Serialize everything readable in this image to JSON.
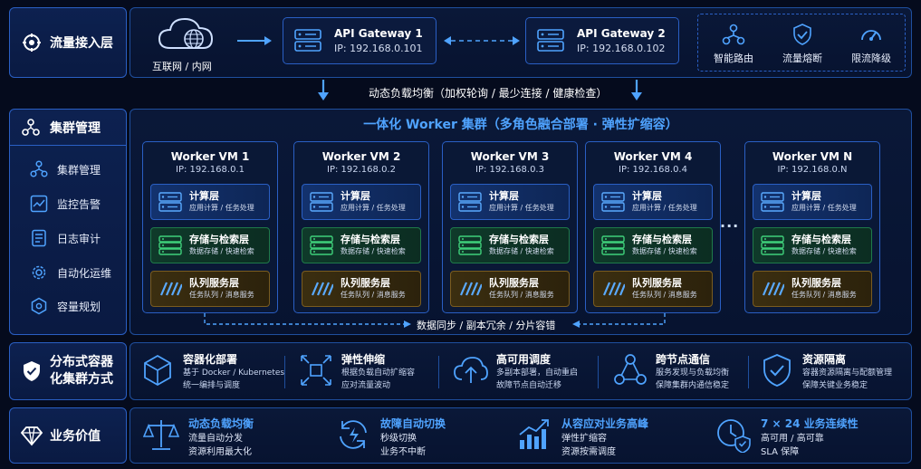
{
  "layer1": {
    "title": "流量接入层",
    "internet_label": "互联网 / 内网",
    "gateway1": {
      "name": "API Gateway 1",
      "ip": "IP: 192.168.0.101"
    },
    "gateway2": {
      "name": "API Gateway 2",
      "ip": "IP: 192.168.0.102"
    },
    "controls": [
      {
        "label": "智能路由",
        "icon": "routing-icon"
      },
      {
        "label": "流量熔断",
        "icon": "shield-check-icon"
      },
      {
        "label": "限流降级",
        "icon": "gauge-icon"
      }
    ],
    "lb_label": "动态负载均衡（加权轮询 / 最少连接 / 健康检查）"
  },
  "cluster_mgmt": {
    "title": "集群管理",
    "items": [
      {
        "label": "集群管理",
        "icon": "cluster-icon"
      },
      {
        "label": "监控告警",
        "icon": "monitor-icon"
      },
      {
        "label": "日志审计",
        "icon": "log-icon"
      },
      {
        "label": "自动化运维",
        "icon": "gear-icon"
      },
      {
        "label": "容量规划",
        "icon": "capacity-icon"
      }
    ]
  },
  "cluster": {
    "title": "一体化 Worker 集群（多角色融合部署 · 弹性扩缩容）",
    "workers": [
      {
        "name": "Worker VM 1",
        "ip": "IP: 192.168.0.1"
      },
      {
        "name": "Worker VM 2",
        "ip": "IP: 192.168.0.2"
      },
      {
        "name": "Worker VM 3",
        "ip": "IP: 192.168.0.3"
      },
      {
        "name": "Worker VM 4",
        "ip": "IP: 192.168.0.4"
      },
      {
        "name": "Worker VM N",
        "ip": "IP: 192.168.0.N"
      }
    ],
    "layers": {
      "compute": {
        "title": "计算层",
        "sub": "应用计算 / 任务处理"
      },
      "storage": {
        "title": "存储与检索层",
        "sub": "数据存储 / 快速检索"
      },
      "queue": {
        "title": "队列服务层",
        "sub": "任务队列 / 消息服务"
      }
    },
    "ellipsis": "···",
    "sync_label": "数据同步 / 副本冗余 / 分片容错"
  },
  "deploy": {
    "title_line1": "分布式容器",
    "title_line2": "化集群方式",
    "features": [
      {
        "title": "容器化部署",
        "line1": "基于 Docker / Kubernetes",
        "line2": "统一编排与调度",
        "icon": "container-icon"
      },
      {
        "title": "弹性伸缩",
        "line1": "根据负载自动扩缩容",
        "line2": "应对流量波动",
        "icon": "scale-icon"
      },
      {
        "title": "高可用调度",
        "line1": "多副本部署，自动重启",
        "line2": "故障节点自动迁移",
        "icon": "cloud-upload-icon"
      },
      {
        "title": "跨节点通信",
        "line1": "服务发现与负载均衡",
        "line2": "保障集群内通信稳定",
        "icon": "network-icon"
      },
      {
        "title": "资源隔离",
        "line1": "容器资源隔离与配额管理",
        "line2": "保障关键业务稳定",
        "icon": "shield-icon"
      }
    ]
  },
  "value": {
    "title": "业务价值",
    "items": [
      {
        "title": "动态负载均衡",
        "line1": "流量自动分发",
        "line2": "资源利用最大化",
        "icon": "balance-icon"
      },
      {
        "title": "故障自动切换",
        "line1": "秒级切换",
        "line2": "业务不中断",
        "icon": "failover-icon"
      },
      {
        "title": "从容应对业务高峰",
        "line1": "弹性扩缩容",
        "line2": "资源按需调度",
        "icon": "growth-chart-icon"
      },
      {
        "title": "7 × 24 业务连续性",
        "line1": "高可用 / 高可靠",
        "line2": "SLA 保障",
        "icon": "clock-shield-icon"
      }
    ]
  },
  "colors": {
    "accent": "#4fa3ff",
    "compute": "#2a5fc4",
    "storage": "#1f7a4a",
    "queue": "#7a5c1f"
  }
}
